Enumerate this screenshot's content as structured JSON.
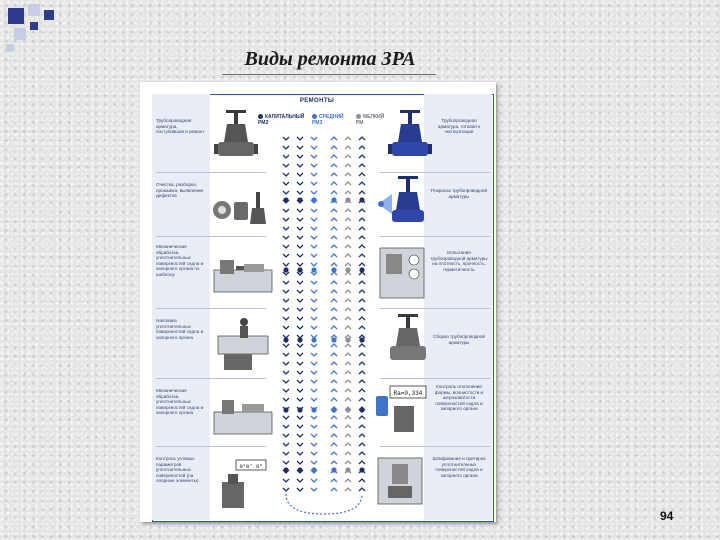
{
  "slide": {
    "title": "Виды ремонта ЗРА",
    "page_number": "94"
  },
  "poster": {
    "header": "РЕМОНТЫ",
    "legend": [
      {
        "label": "КАПИТАЛЬНЫЙ\nРМЗ",
        "color": "#1f2f6a"
      },
      {
        "label": "СРЕДНИЙ\nРМЗ",
        "color": "#3f74c9"
      },
      {
        "label": "МЕЛКИЙ\nРМ",
        "color": "#8a8f99"
      }
    ],
    "left_stages": [
      "Трубопроводная арматура, поступившая в ремонт",
      "Очистка, разборка, промывка, выявление дефектов",
      "Механическая обработка уплотнительных поверхностей седла и запорного органа по шаблону",
      "Наплавка уплотнительных поверхностей седла и запорного органа",
      "Механическая обработка уплотнительных поверхностей седла и запорного органа",
      "Контроль угловых параметров уплотнительных поверхностей (на опорные элементы)"
    ],
    "right_stages": [
      "Трубопроводная арматура, готовая к эксплуатации",
      "Покраска трубопроводной арматуры",
      "Испытания трубопроводной арматуры на плотность, прочность, герметичность",
      "Сборка трубопроводной арматуры",
      "Контроль отклонения формы, волнистости и шероховатости поверхностей седла и запорного органа",
      "Шлифование и притирка уплотнительных поверхностей седла и запорного органа"
    ],
    "instrument_readouts": [
      "Ra=0,334",
      "0°0' 6°"
    ],
    "colors": {
      "capital": "#1f2f6a",
      "medium": "#3f74c9",
      "minor": "#8a8f99",
      "frame": "#2c57a8",
      "valve": "#2a3c8f"
    }
  }
}
